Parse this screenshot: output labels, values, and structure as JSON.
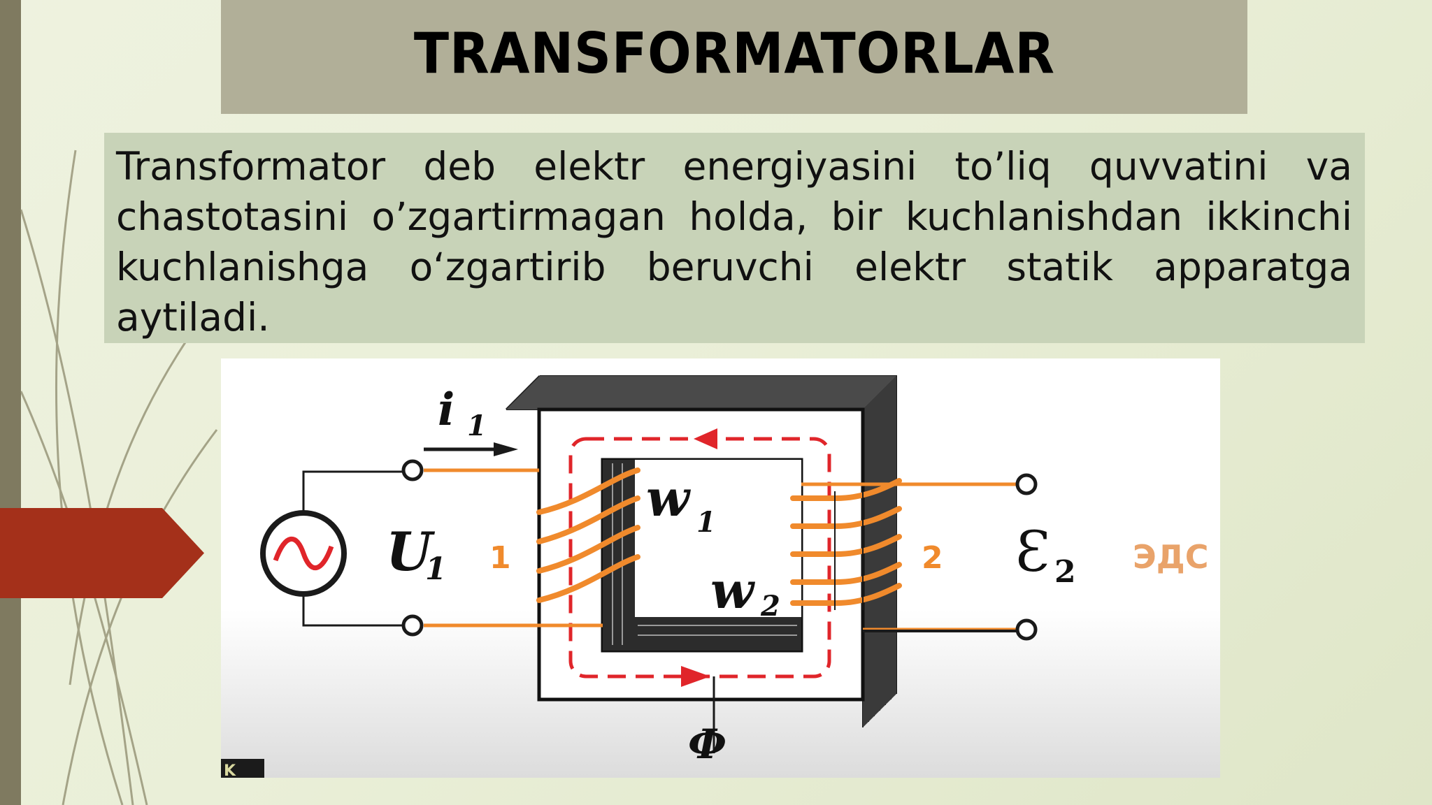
{
  "slide": {
    "title": "TRANSFORMATORLAR",
    "definition": "Transformator deb elektr energiyasini to’liq quvvatini va chastotasini o’zgartirmagan holda, bir kuchlanishdan ikkinchi kuchlanishga o‘zgartirib beruvchi elektr statik apparatga aytiladi."
  },
  "diagram": {
    "current": "i",
    "current_sub": "1",
    "voltage": "U",
    "voltage_sub": "1",
    "winding1": "w",
    "winding1_sub": "1",
    "winding2": "w",
    "winding2_sub": "2",
    "side1": "1",
    "side2": "2",
    "emf": "Ɛ",
    "emf_sub": "2",
    "emf_label": "ЭДС",
    "flux": "Ф",
    "corner_mark": "K"
  },
  "colors": {
    "title_bg": "#b1af98",
    "text_bg": "#c8d3b8",
    "accent_red": "#a4301a",
    "wire_orange": "#f08a2c",
    "flux_red": "#e0252a",
    "sidebar": "#7f7a60"
  }
}
